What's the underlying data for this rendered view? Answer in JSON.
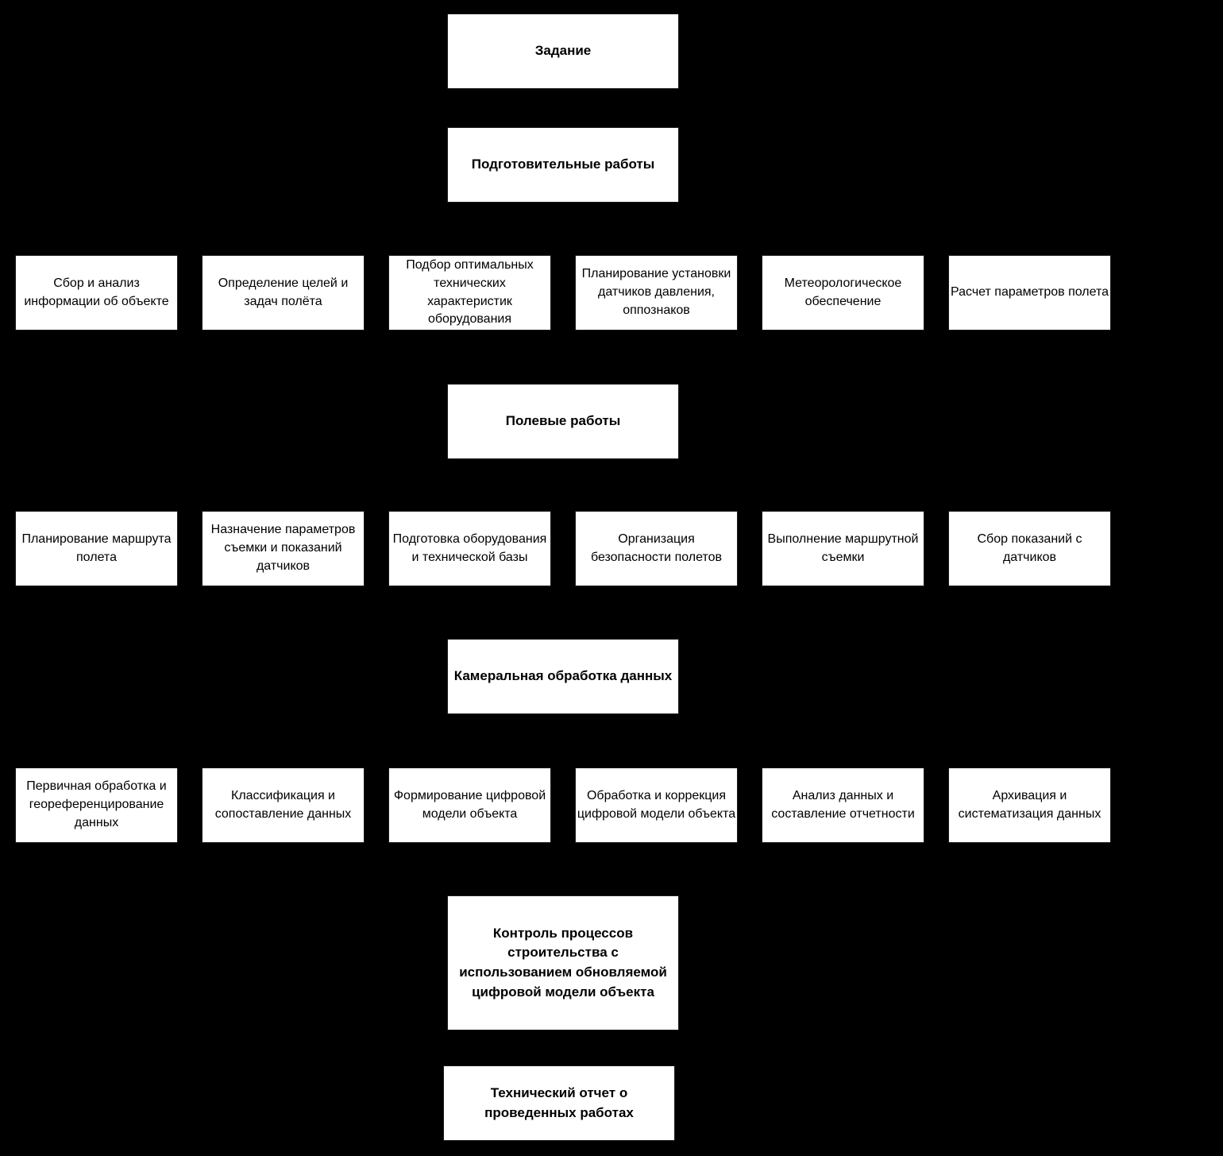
{
  "diagram": {
    "background_color": "#000000",
    "node_fill_color": "#ffffff",
    "node_text_color": "#000000",
    "stages": {
      "task": "Задание",
      "prep": "Подготовительные работы",
      "field": "Полевые работы",
      "office": "Камеральная обработка данных",
      "control": "Контроль процессов строительства с использованием обновляемой цифровой модели объекта",
      "report": "Технический отчет о проведенных работах"
    },
    "prep_steps": [
      "Сбор и анализ информации об объекте",
      "Определение целей и задач полёта",
      "Подбор оптимальных технических характеристик оборудования",
      "Планирование установки датчиков давления, оппознаков",
      "Метеорологическое обеспечение",
      "Расчет параметров полета"
    ],
    "field_steps": [
      "Планирование маршрута полета",
      "Назначение параметров съемки и показаний датчиков",
      "Подготовка оборудования и технической базы",
      "Организация безопасности полетов",
      "Выполнение маршрутной съемки",
      "Сбор показаний с датчиков"
    ],
    "office_steps": [
      "Первичная обработка и геореференцирование данных",
      "Классификация и сопоставление данных",
      "Формирование цифровой модели объекта",
      "Обработка и коррекция цифровой модели объекта",
      "Анализ данных и составление отчетности",
      "Архивация и систематизация данных"
    ]
  }
}
